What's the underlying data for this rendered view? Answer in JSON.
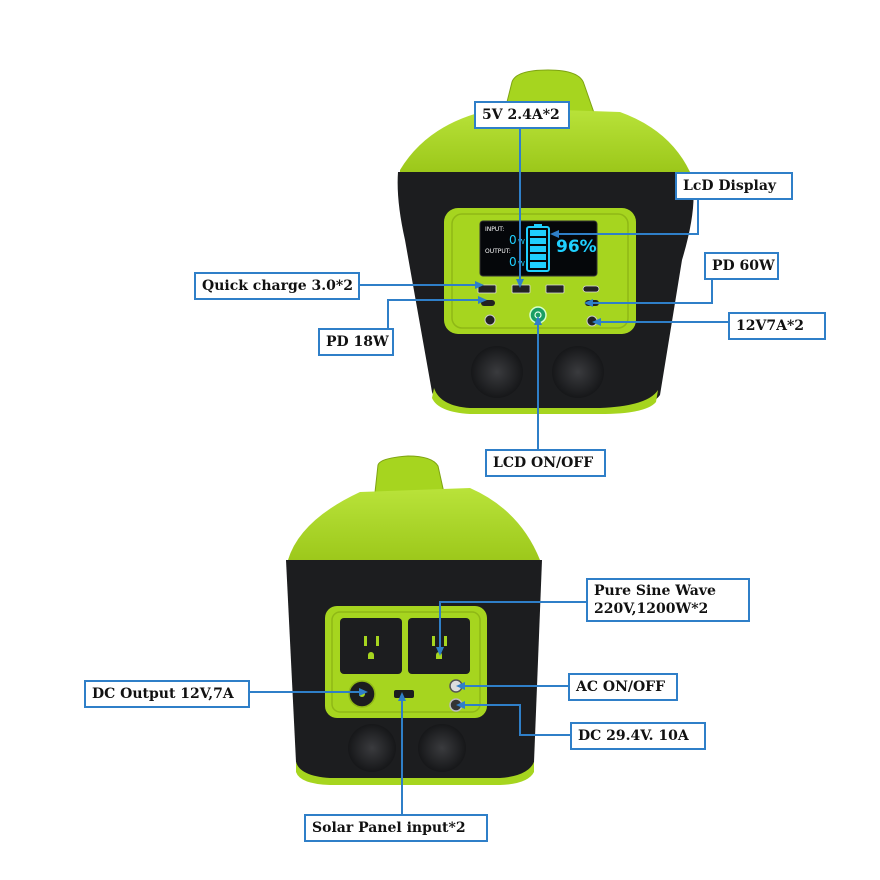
{
  "display": {
    "input_label": "INPUT:",
    "input_value": "0",
    "output_label": "OUTPUT:",
    "output_value": "0",
    "unit": "W",
    "battery_percent": "96%"
  },
  "callouts": {
    "usb_5v": "5V 2.4A*2",
    "lcd_display": "LcD Display",
    "quick_charge": "Quick charge 3.0*2",
    "pd_60w": "PD 60W",
    "twelve_v": "12V7A*2",
    "pd_18w": "PD 18W",
    "lcd_onoff": "LCD ON/OFF",
    "pure_sine": "Pure Sine Wave\n220V,1200W*2",
    "dc_output": "DC Output 12V,7A",
    "ac_onoff": "AC ON/OFF",
    "dc_input": "DC 29.4V. 10A",
    "solar_input": "Solar Panel input*2"
  },
  "colors": {
    "body_green": "#a6d51f",
    "body_black": "#1c1d1f",
    "callout_border": "#2f7fc8",
    "screen_cyan": "#1fd0ff"
  }
}
